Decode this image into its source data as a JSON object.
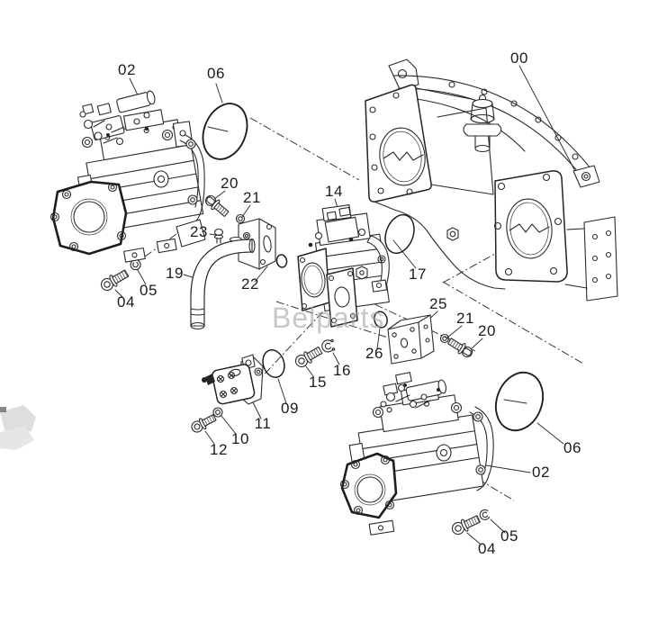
{
  "diagram": {
    "title": "hydraulic-pump-parts-diagram",
    "watermark": "Belparts",
    "colors": {
      "line": "#2b2b2b",
      "watermark": "#a6a6a6",
      "background": "#ffffff"
    },
    "callouts": [
      {
        "part": "gearbox-housing",
        "label": "00"
      },
      {
        "part": "hydraulic-pump-top",
        "label": "02"
      },
      {
        "part": "o-ring-large-top",
        "label": "06"
      },
      {
        "part": "pilot-pump-middle",
        "label": "14"
      },
      {
        "part": "bolt-upper",
        "label": "20"
      },
      {
        "part": "washer-upper",
        "label": "21"
      },
      {
        "part": "plug",
        "label": "23"
      },
      {
        "part": "elbow-pipe",
        "label": "19"
      },
      {
        "part": "elbow-flange-block",
        "label": "22"
      },
      {
        "part": "o-ring-middle",
        "label": "17"
      },
      {
        "part": "valve-block",
        "label": "25"
      },
      {
        "part": "o-ring-small-middle",
        "label": "26"
      },
      {
        "part": "snap-ring",
        "label": "16"
      },
      {
        "part": "bolt-middle",
        "label": "15"
      },
      {
        "part": "washer-lower",
        "label": "21"
      },
      {
        "part": "bolt-lower",
        "label": "20"
      },
      {
        "part": "o-ring-gear-pump",
        "label": "09"
      },
      {
        "part": "gear-pump",
        "label": "11"
      },
      {
        "part": "washer-gear-pump",
        "label": "10"
      },
      {
        "part": "bolt-gear-pump",
        "label": "12"
      },
      {
        "part": "o-ring-large-bottom",
        "label": "06"
      },
      {
        "part": "hydraulic-pump-bottom",
        "label": "02"
      },
      {
        "part": "washer-bottom",
        "label": "05"
      },
      {
        "part": "bolt-bottom",
        "label": "04"
      },
      {
        "part": "washer-top-left",
        "label": "05"
      },
      {
        "part": "bolt-top-left",
        "label": "04"
      }
    ]
  }
}
